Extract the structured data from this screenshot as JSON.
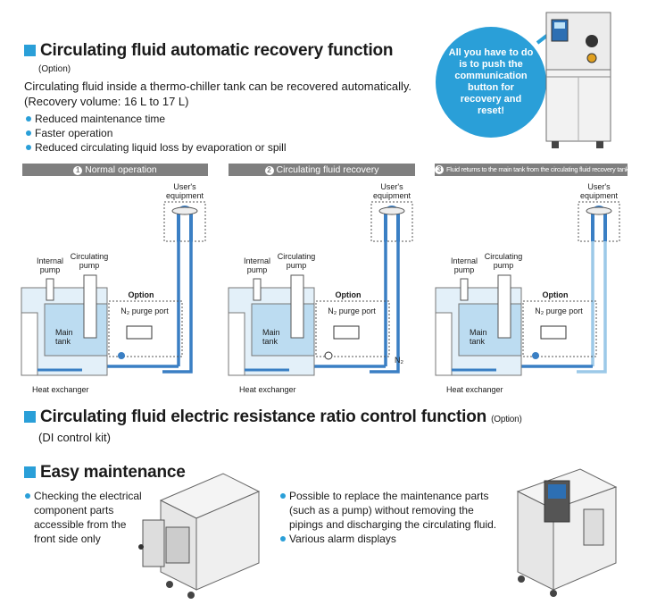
{
  "section1": {
    "title": "Circulating fluid automatic recovery function",
    "option": "(Option)",
    "description_line1": "Circulating fluid inside a thermo-chiller tank can be recovered automatically.",
    "description_line2": "(Recovery volume: 16 L to 17 L)",
    "bullets": [
      "Reduced maintenance time",
      "Faster operation",
      "Reduced circulating liquid loss by evaporation or spill"
    ],
    "callout": "All you have to do is to push the communication button for recovery and reset!"
  },
  "steps": [
    {
      "num": "1",
      "label": "Normal operation"
    },
    {
      "num": "2",
      "label": "Circulating fluid recovery"
    },
    {
      "num": "3",
      "label": "Fluid returns to the main tank from the circulating fluid recovery tank."
    }
  ],
  "diagram_labels": {
    "users_equipment_1": "User's",
    "users_equipment_2": "equipment",
    "internal_pump_1": "Internal",
    "internal_pump_2": "pump",
    "circ_pump_1": "Circulating",
    "circ_pump_2": "pump",
    "option": "Option",
    "n2_port": "N₂ purge port",
    "main_tank_1": "Main",
    "main_tank_2": "tank",
    "heat_exchanger": "Heat exchanger",
    "n2": "N₂"
  },
  "section2": {
    "title": "Circulating fluid electric resistance ratio control function",
    "option": "(Option)",
    "subtitle": "(DI control kit)"
  },
  "section3": {
    "title": "Easy maintenance",
    "left_bullet": "Checking the electrical component parts accessible from the front side only",
    "right_bullets": [
      "Possible to replace the maintenance parts (such as a pump) without removing the pipings and discharging the circulating fluid.",
      "Various alarm displays"
    ]
  },
  "colors": {
    "accent": "#2a9fd8",
    "strip": "#7f7f7f",
    "fluid": "#cfe6f5",
    "pipe": "#3a7fc4"
  }
}
